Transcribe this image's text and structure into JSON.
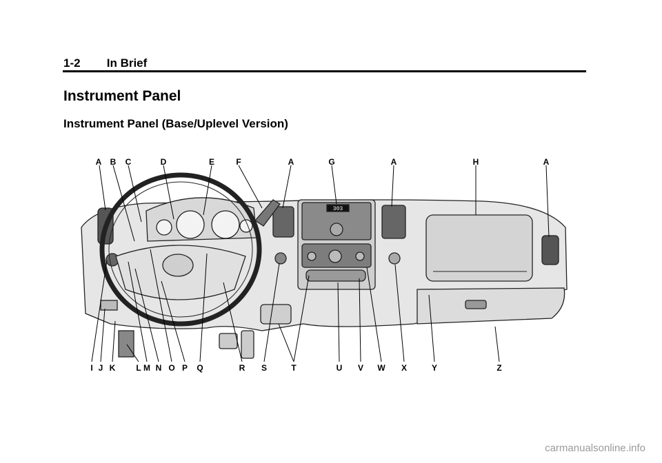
{
  "header": {
    "page_number": "1-2",
    "section": "In Brief"
  },
  "title": "Instrument Panel",
  "subtitle": "Instrument Panel (Base/Uplevel Version)",
  "figure": {
    "top_labels": [
      "A",
      "B",
      "C",
      "D",
      "E",
      "F",
      "A",
      "G",
      "A",
      "H",
      "A"
    ],
    "bottom_labels": [
      "I",
      "J",
      "K",
      "L",
      "M",
      "N",
      "O",
      "P",
      "Q",
      "R",
      "S",
      "T",
      "U",
      "V",
      "W",
      "X",
      "Y",
      "Z"
    ],
    "radio_display": "303"
  },
  "watermark": "carmanualsonline.info"
}
